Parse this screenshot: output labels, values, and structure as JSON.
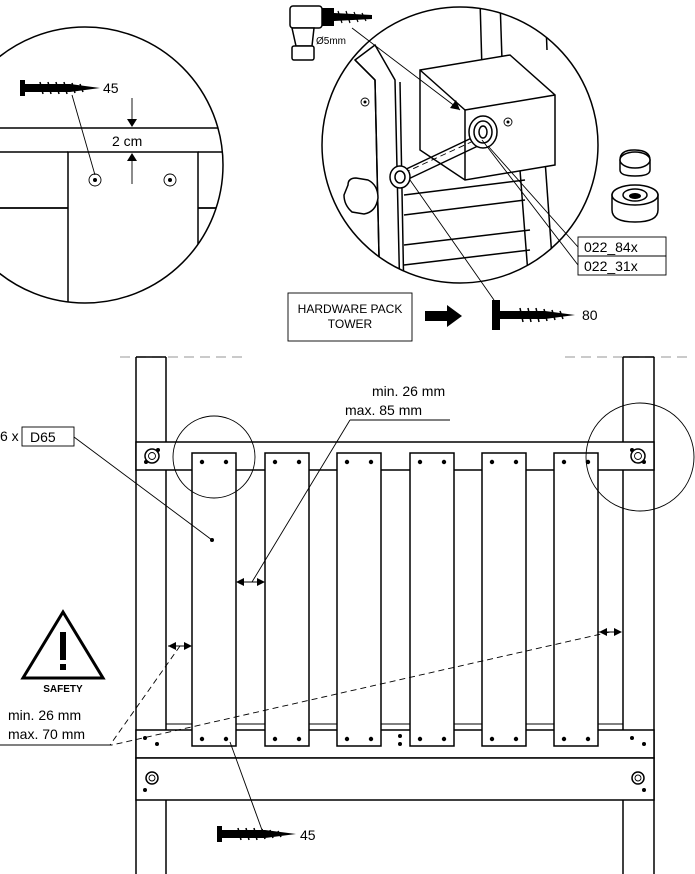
{
  "labels": {
    "screw_top_left": "45",
    "gap_top": "2 cm",
    "drill_size": "Ø5mm",
    "part_cap": "022_84x",
    "part_washer": "022_31x",
    "hardware_pack_line1": "HARDWARE PACK",
    "hardware_pack_line2": "TOWER",
    "screw_hardware": "80",
    "plank_gap_min": "min.  26 mm",
    "plank_gap_max": "max. 85 mm",
    "plank_count": "6 x",
    "plank_part": "D65",
    "safety_label": "SAFETY",
    "safety_min": "min.  26 mm",
    "safety_max": "max. 70 mm",
    "screw_bottom": "45"
  },
  "icons": [
    "screw-icon",
    "drill-icon",
    "warning-triangle-icon",
    "arrow-right-icon",
    "bolt-icon",
    "cap-icon",
    "washer-icon"
  ],
  "colors": {
    "line": "#000000",
    "background": "#ffffff",
    "guide": "#aaaaaa"
  }
}
